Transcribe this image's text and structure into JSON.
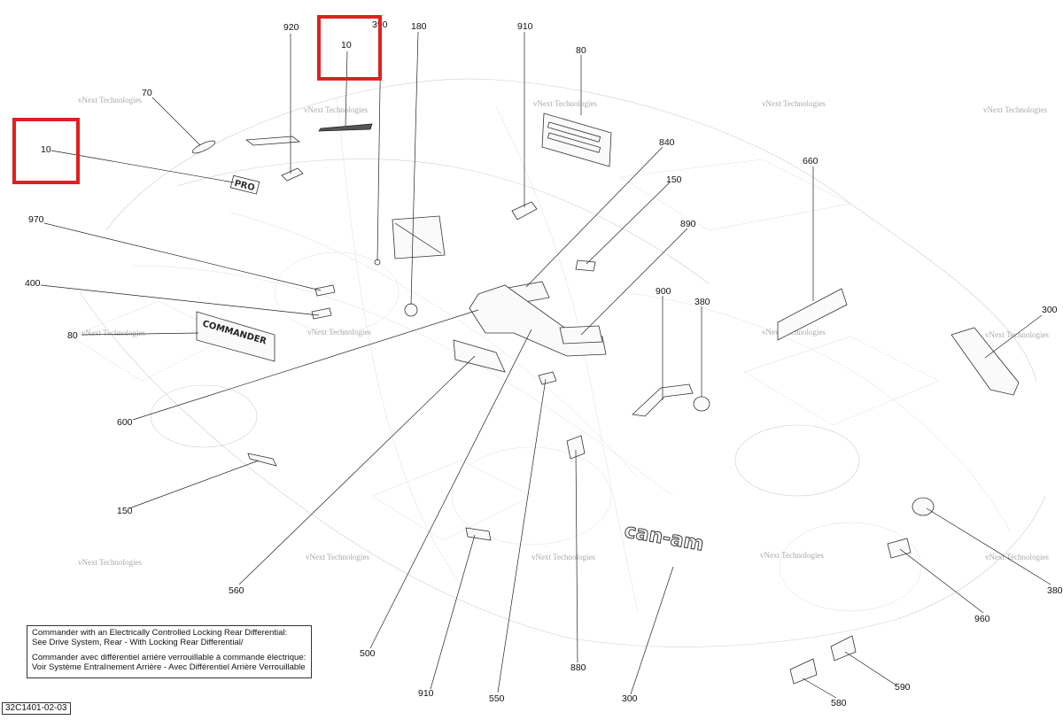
{
  "diagram": {
    "reference_code": "32C1401-02-03",
    "watermark_text": "vNext Technologies",
    "highlight_color": "#e02020",
    "note": {
      "en_line1": "Commander with an Electrically Controlled Locking Rear Differential:",
      "en_line2": "See Drive System, Rear - With Locking Rear Differential/",
      "fr_line1": "Commander avec différentiel arrière verrouillable à commande électrique:",
      "fr_line2": "Voir Système Entraînement Arrière - Avec Différentiel Arrière Verrouillable"
    },
    "highlighted_callouts": [
      "10",
      "10"
    ],
    "callouts": [
      "920",
      "390",
      "180",
      "910",
      "80",
      "70",
      "840",
      "150",
      "660",
      "970",
      "890",
      "400",
      "900",
      "380",
      "300",
      "80",
      "600",
      "150",
      "380",
      "560",
      "960",
      "500",
      "880",
      "910",
      "550",
      "300",
      "580",
      "590"
    ],
    "decal_text": {
      "can_am": "can-am",
      "commander": "COMMANDER",
      "pro": "PRO"
    }
  }
}
